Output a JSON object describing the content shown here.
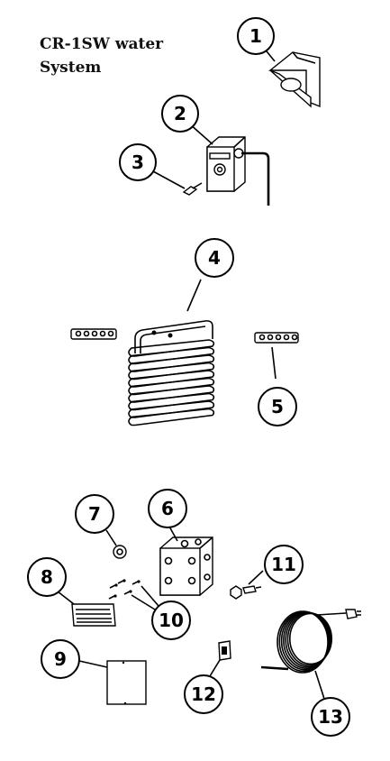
{
  "title_line1": "CR-1SW water",
  "title_line2": "System",
  "callouts": [
    "1",
    "2",
    "3",
    "4",
    "5",
    "6",
    "7",
    "8",
    "9",
    "10",
    "11",
    "12",
    "13"
  ]
}
